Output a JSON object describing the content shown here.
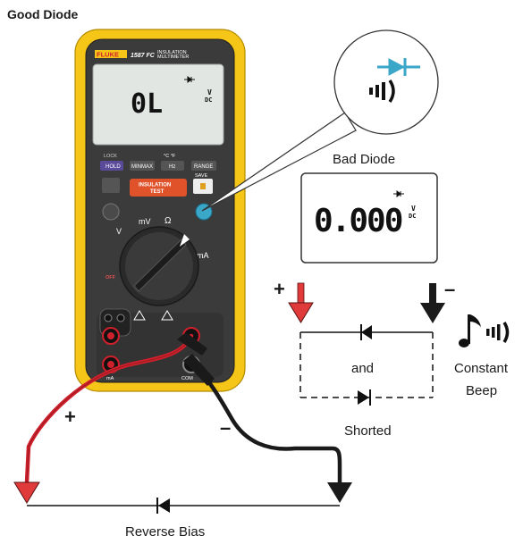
{
  "title": "Good Diode",
  "meter": {
    "brand": "FLUKE",
    "model": "1587 FC",
    "model_desc_1": "INSULATION",
    "model_desc_2": "MULTIMETER",
    "display": "0L",
    "display_unit_top": "V",
    "display_unit_bottom": "DC",
    "lock_label": "LOCK",
    "cf_label": "°C °F",
    "buttons": {
      "hold": "HOLD",
      "minmax": "MINMAX",
      "hz": "Hz",
      "range": "RANGE",
      "insulation_line1": "INSULATION",
      "insulation_line2": "TEST",
      "save": "SAVE"
    },
    "dial": {
      "mv": "mV",
      "ohm": "Ω",
      "ma": "mA",
      "off": "OFF"
    },
    "jacks": {
      "ma": "mA",
      "com": "COM"
    }
  },
  "callout_beep": "beep",
  "bad_diode": {
    "title": "Bad Diode",
    "display": "0.000",
    "unit_top": "V",
    "unit_bottom": "DC"
  },
  "labels": {
    "plus_left": "+",
    "minus_probe": "–",
    "plus_right": "+",
    "minus_right": "–",
    "and": "and",
    "shorted": "Shorted",
    "constant": "Constant",
    "beep": "Beep",
    "reverse_bias": "Reverse Bias"
  },
  "colors": {
    "meter_yellow": "#f5c518",
    "meter_body": "#3b3b3b",
    "lcd_bg": "#e2e6e3",
    "red_lead": "#d0202c",
    "black_lead": "#1a1a1a",
    "arrow_red": "#e03a3a",
    "diode_blue": "#3aa6c8",
    "insulation_orange": "#e0522a"
  }
}
